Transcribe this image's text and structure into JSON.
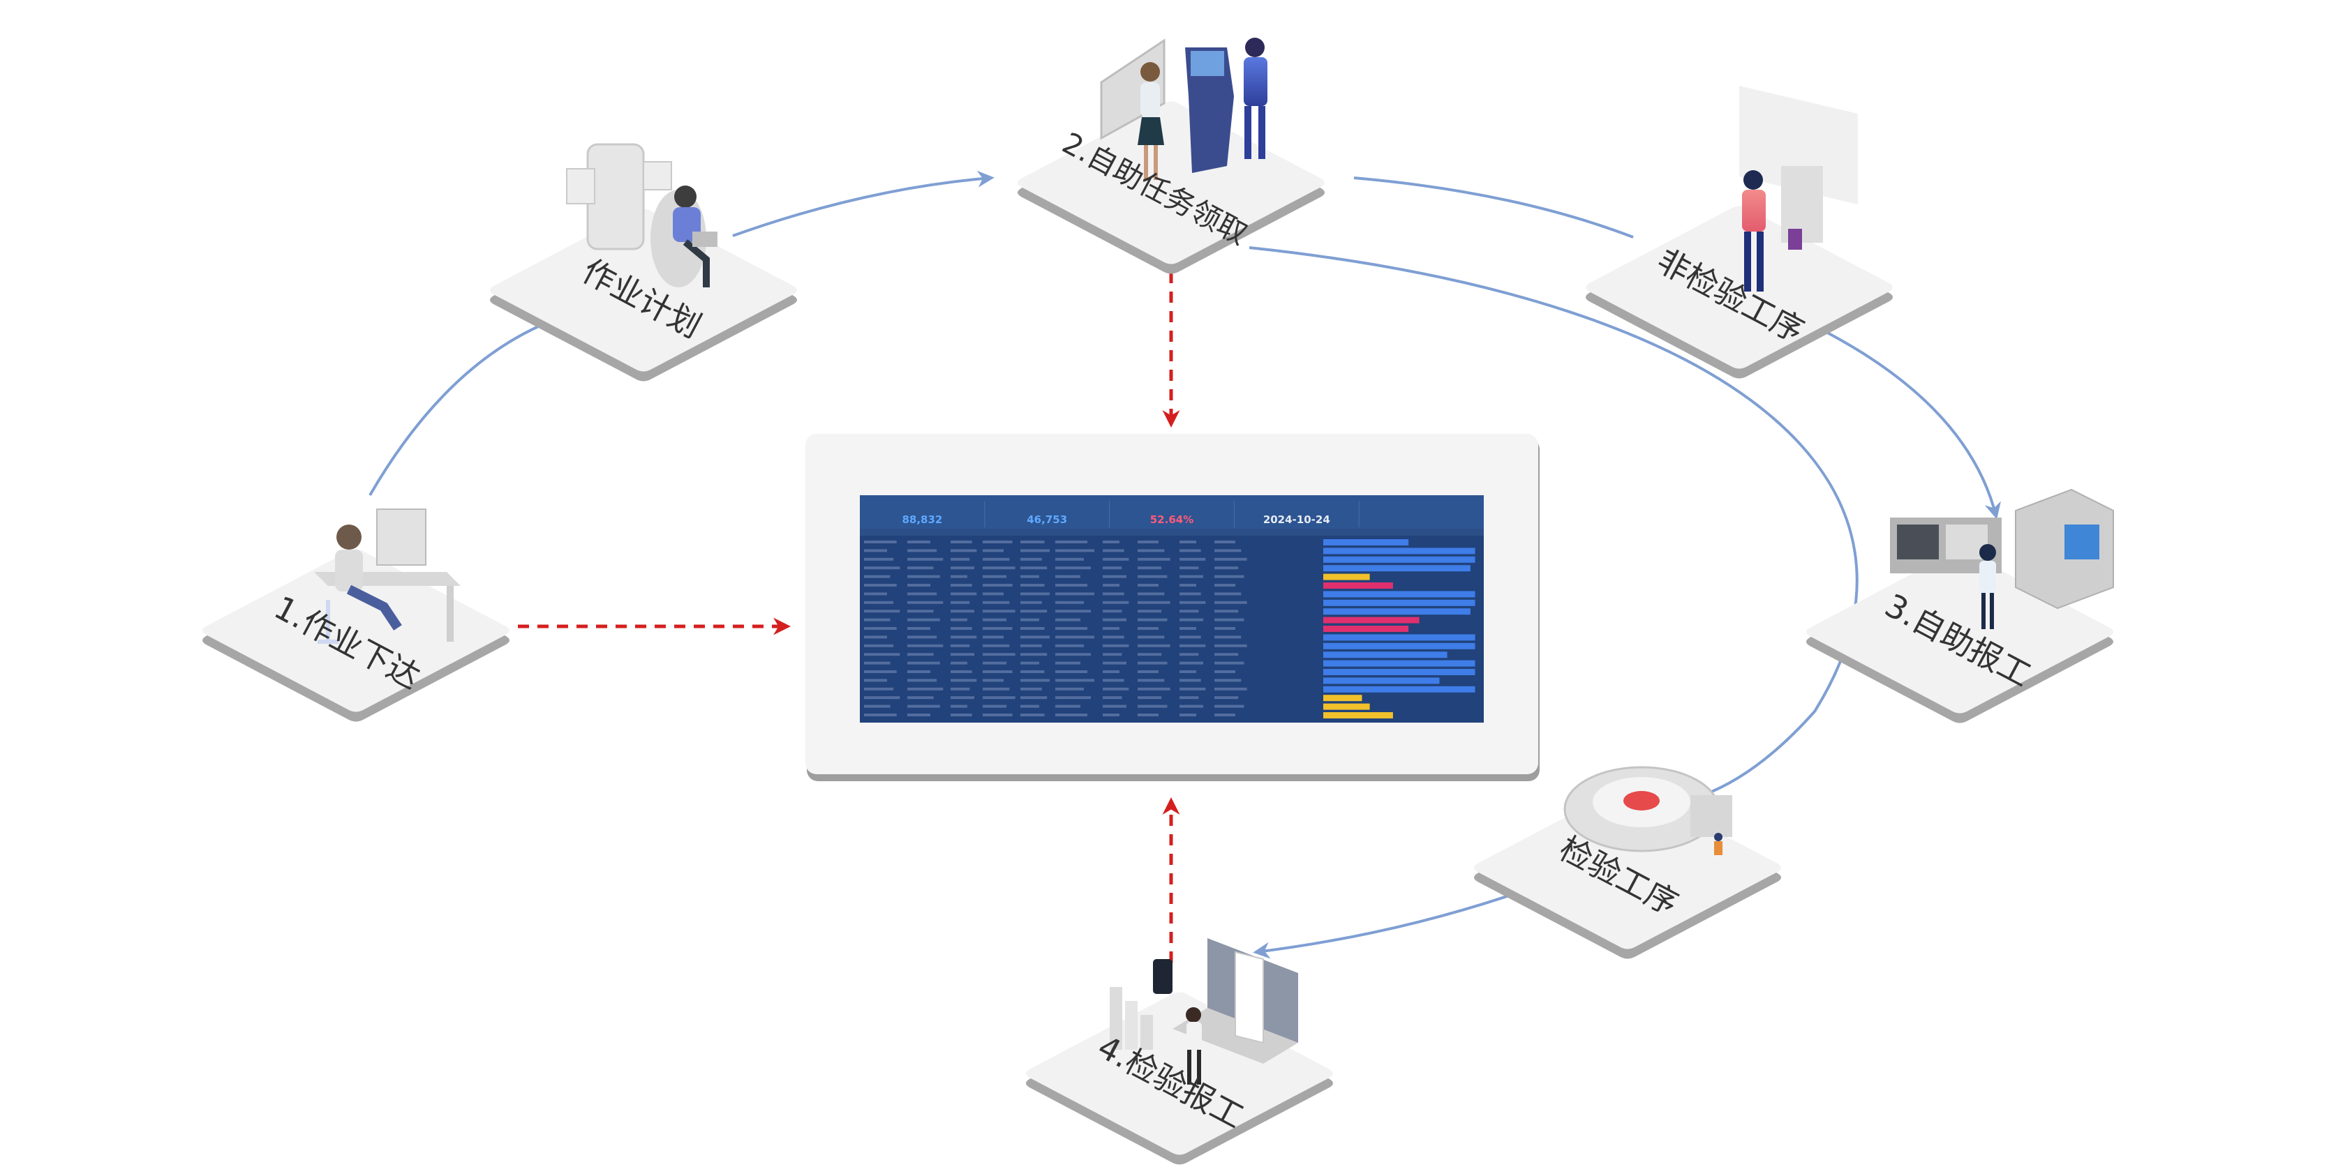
{
  "nodes": [
    {
      "id": "task-dispatch",
      "label": "1.作业下达",
      "icon": "worker-at-desk"
    },
    {
      "id": "work-plan",
      "label": "作业计划",
      "icon": "person-with-laptop"
    },
    {
      "id": "self-service-task-claim",
      "label": "2.自助任务领取",
      "icon": "kiosk-with-people"
    },
    {
      "id": "non-inspection-process",
      "label": "非检验工序",
      "icon": "worker-at-terminal"
    },
    {
      "id": "self-service-report",
      "label": "3.自助报工",
      "icon": "cnc-machine"
    },
    {
      "id": "inspection-process",
      "label": "检验工序",
      "icon": "inspection-device"
    },
    {
      "id": "inspection-report",
      "label": "4.检验报工",
      "icon": "inspector-with-laptop"
    }
  ],
  "edges_solid": [
    [
      "task-dispatch",
      "work-plan"
    ],
    [
      "work-plan",
      "self-service-task-claim"
    ],
    [
      "self-service-task-claim",
      "non-inspection-process"
    ],
    [
      "non-inspection-process",
      "self-service-report"
    ],
    [
      "self-service-task-claim",
      "inspection-process"
    ],
    [
      "inspection-process",
      "inspection-report"
    ]
  ],
  "edges_dashed": [
    [
      "task-dispatch",
      "dashboard"
    ],
    [
      "self-service-task-claim",
      "dashboard"
    ],
    [
      "inspection-report",
      "dashboard"
    ]
  ],
  "dashboard": {
    "kpi_values": [
      "88,832",
      "46,753",
      "52.64%",
      "2024-10-24"
    ]
  },
  "colors": {
    "flow_line": "#7f9fd3",
    "dashed_line": "#d41f1f",
    "tile_top": "#f2f2f2",
    "tile_side": "#a6a6a6",
    "dashboard_bg": "#21427a",
    "bar_blue": "#3f7de8",
    "bar_yellow": "#f2c02b",
    "bar_pink": "#e0306e"
  }
}
